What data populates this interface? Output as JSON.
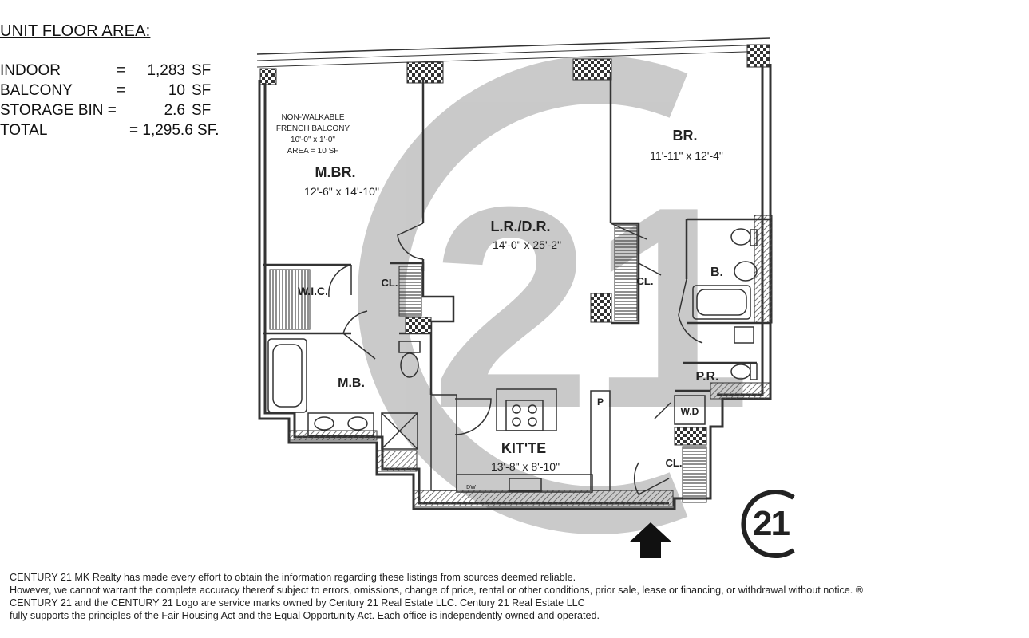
{
  "floor_area": {
    "heading": "UNIT FLOOR AREA:",
    "rows": [
      {
        "label": "INDOOR",
        "eq": "=",
        "value": "1,283",
        "unit": "SF"
      },
      {
        "label": "BALCONY",
        "eq": "=",
        "value": "10",
        "unit": "SF"
      },
      {
        "label": "STORAGE BIN =",
        "value": "2.6",
        "unit": "SF"
      },
      {
        "label": "TOTAL",
        "total": "= 1,295.6 SF."
      }
    ]
  },
  "rooms": {
    "balcony_note": [
      "NON-WALKABLE",
      "FRENCH BALCONY",
      "10'-0\" x 1'-0\"",
      "AREA = 10 SF"
    ],
    "mbr": {
      "name": "M.BR.",
      "dim": "12'-6\" x 14'-10\""
    },
    "lrdr": {
      "name": "L.R./D.R.",
      "dim": "14'-0\" x 25'-2\""
    },
    "br": {
      "name": "BR.",
      "dim": "11'-11\" x 12'-4\""
    },
    "kitchen": {
      "name": "KIT'TE",
      "dim": "13'-8\" x 8'-10\""
    },
    "wic": "W.I.C.",
    "closet": "CL.",
    "mb": "M.B.",
    "bath": "B.",
    "powder": "P.R.",
    "wd": "W.D",
    "pantry": "P",
    "dw": "DW"
  },
  "logo": {
    "text": "21",
    "watermark": "21"
  },
  "disclaimer": [
    "CENTURY 21 MK Realty has made every effort to obtain the information regarding these listings from sources deemed reliable.",
    "However, we cannot warrant the complete accuracy thereof subject to errors, omissions, change of price, rental or other conditions, prior sale, lease or financing, or withdrawal without notice. ®",
    "CENTURY 21 and the CENTURY 21 Logo are service marks owned by Century 21 Real Estate LLC. Century 21 Real Estate LLC",
    "fully supports the principles of the Fair Housing Act and the Equal Opportunity Act. Each office is independently owned and operated."
  ],
  "colors": {
    "wall": "#333333",
    "watermark": "#b8b8b8",
    "hatch": "#555555"
  }
}
